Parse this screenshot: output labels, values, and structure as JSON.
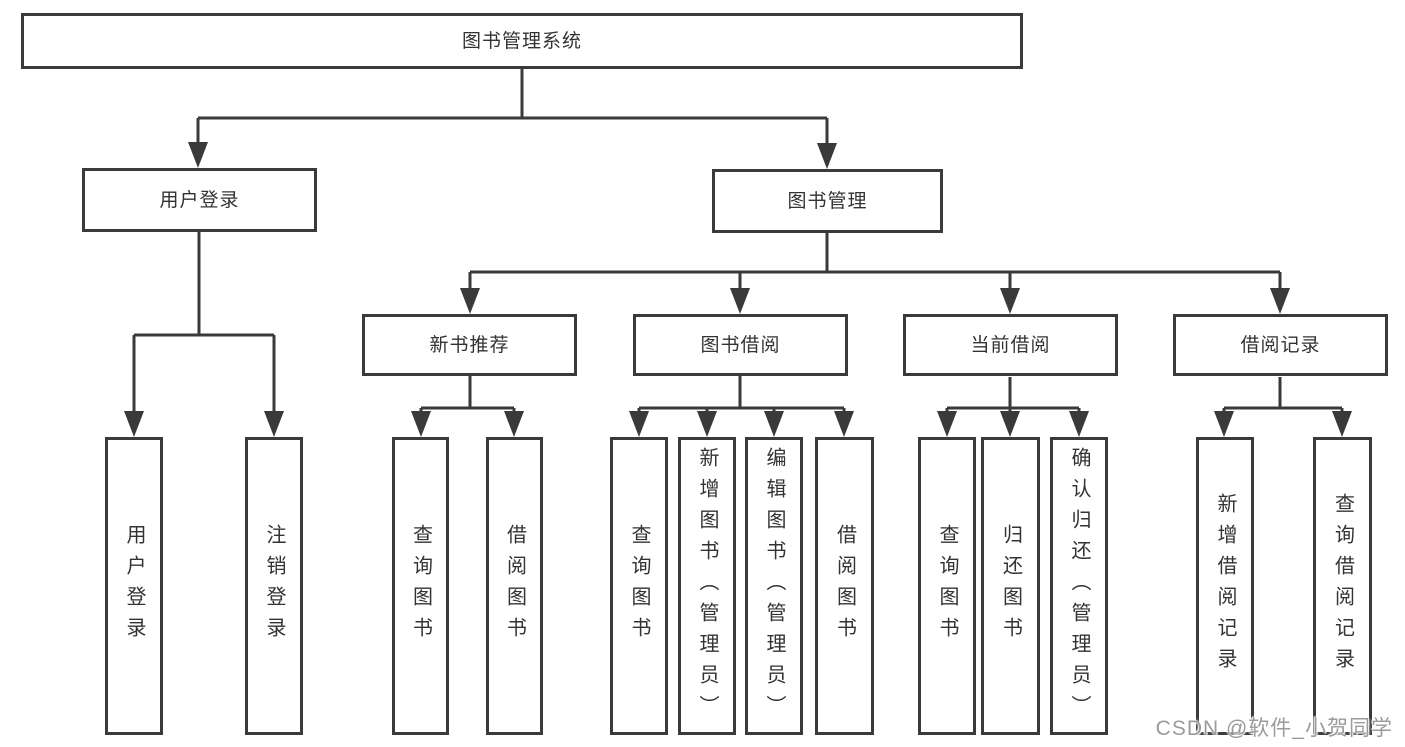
{
  "tree": {
    "label": "图书管理系统",
    "children": [
      {
        "label": "用户登录",
        "children": [
          {
            "label": "用户登录"
          },
          {
            "label": "注销登录"
          }
        ]
      },
      {
        "label": "图书管理",
        "children": [
          {
            "label": "新书推荐",
            "children": [
              {
                "label": "查询图书"
              },
              {
                "label": "借阅图书"
              }
            ]
          },
          {
            "label": "图书借阅",
            "children": [
              {
                "label": "查询图书"
              },
              {
                "label": "新增图书（管理员）"
              },
              {
                "label": "编辑图书（管理员）"
              },
              {
                "label": "借阅图书"
              }
            ]
          },
          {
            "label": "当前借阅",
            "children": [
              {
                "label": "查询图书"
              },
              {
                "label": "归还图书"
              },
              {
                "label": "确认归还（管理员）"
              }
            ]
          },
          {
            "label": "借阅记录",
            "children": [
              {
                "label": "新增借阅记录"
              },
              {
                "label": "查询借阅记录"
              }
            ]
          }
        ]
      }
    ]
  },
  "watermark": {
    "text": "CSDN @软件_小贺同学"
  },
  "colors": {
    "line": "#3a3a3a",
    "box_border": "#3a3a3a",
    "text": "#333333",
    "watermark": "#9b9b9b",
    "background": "#ffffff"
  }
}
